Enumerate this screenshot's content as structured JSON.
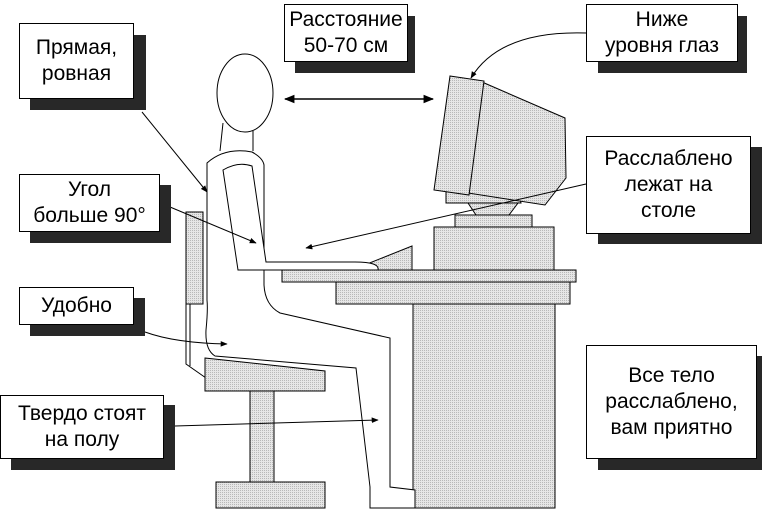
{
  "diagram": {
    "title": "Правильная посадка за компьютером",
    "colors": {
      "fill": "#d4d4d4",
      "stroke": "#000000",
      "shadow": "#111111",
      "background": "#ffffff"
    },
    "labels": {
      "straight": "Прямая,\nровная",
      "distance": "Расстояние\n50-70 см",
      "below_eye": "Ниже\nуровня глаз",
      "relaxed_arms": "Расслаблено\nлежат на\nстоле",
      "angle": "Угол\nбольше 90°",
      "comfortable": "Удобно",
      "feet": "Твердо стоят\nна полу",
      "whole_body": "Все тело\nрасслаблено,\nвам приятно"
    },
    "icons": {
      "person": "person-figure-icon",
      "monitor": "monitor-icon",
      "desk": "desk-icon",
      "chair": "chair-icon",
      "keyboard": "keyboard-icon"
    }
  }
}
